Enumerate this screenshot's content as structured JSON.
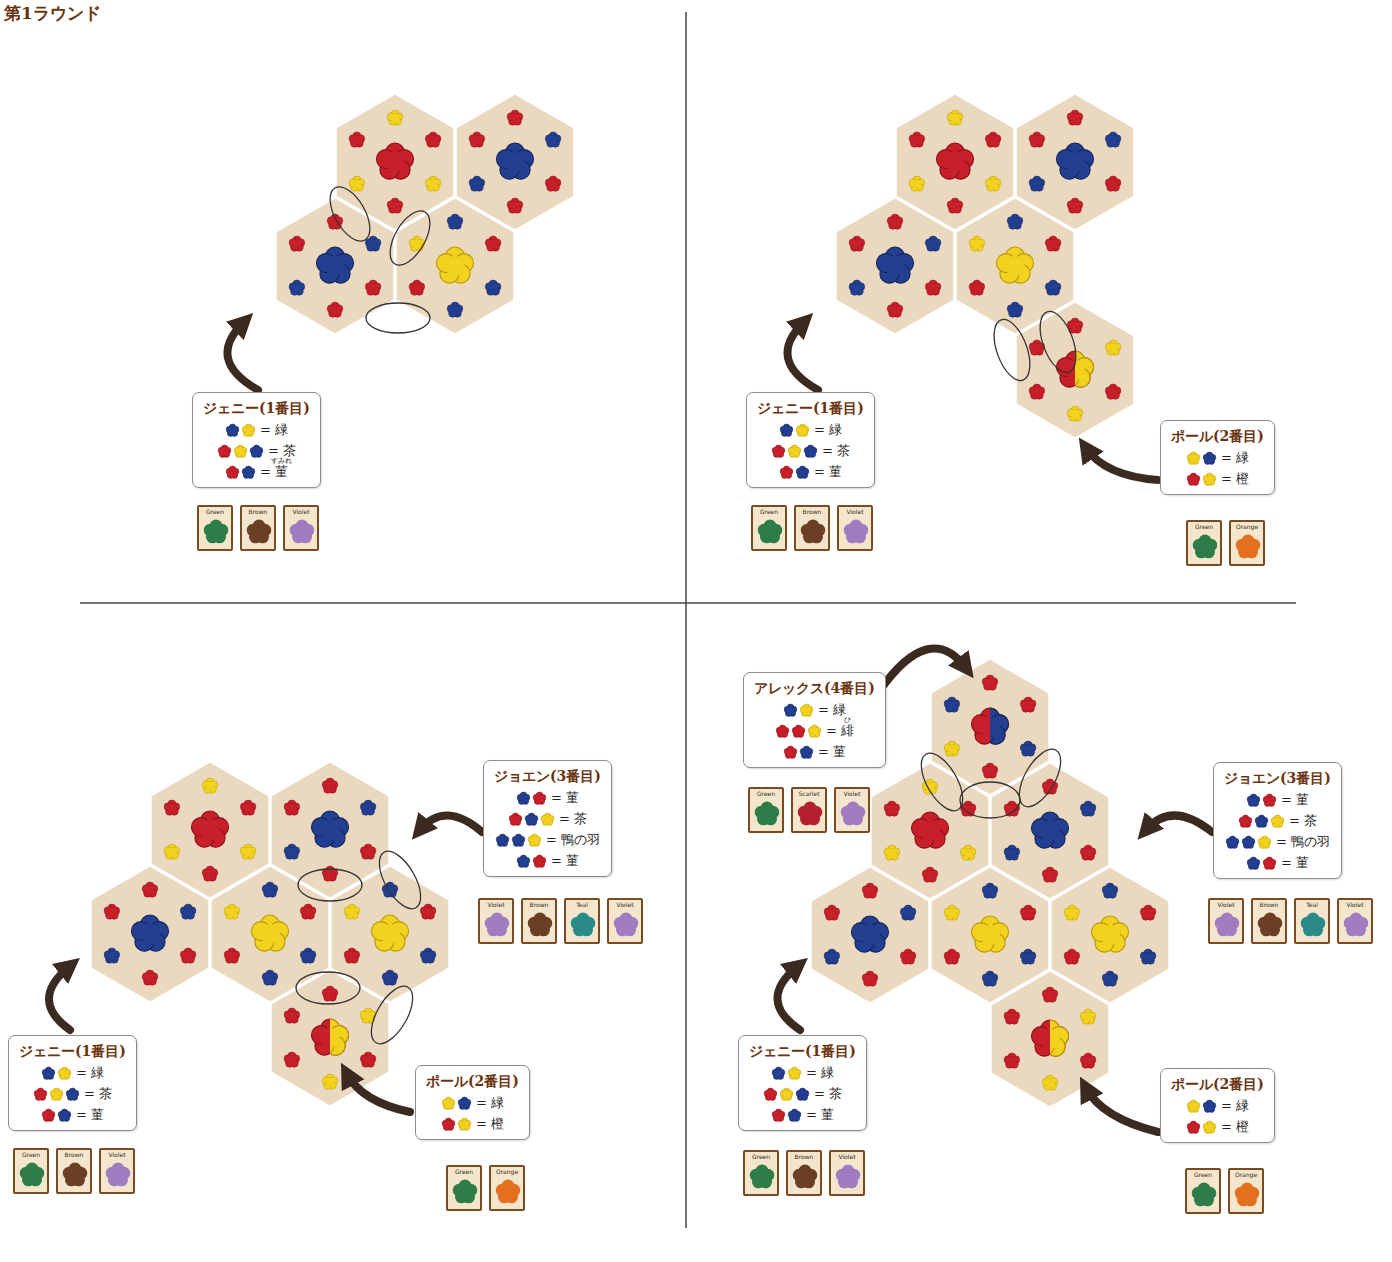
{
  "diagram": {
    "title": "第1ラウンド",
    "nodes": [
      {
        "text": [
          "ジェニー(1番目)",
          "= 緑",
          "= 茶",
          "= 菫"
        ]
      },
      {
        "text": [
          "ジェニー(1番目)",
          "= 緑",
          "= 茶",
          "= 菫"
        ]
      },
      {
        "text": [
          "ポール(2番目)",
          "= 緑",
          "= 橙"
        ]
      },
      {
        "text": [
          "ジョエン(3番目)",
          "= 菫",
          "= 茶",
          "= 鴨の羽",
          "= 菫"
        ]
      },
      {
        "text": [
          "ジェニー(1番目)",
          "= 緑",
          "= 茶",
          "= 菫"
        ]
      },
      {
        "text": [
          "ポール(2番目)",
          "= 緑",
          "= 橙"
        ]
      },
      {
        "text": [
          "アレックス(4番目)",
          "= 緑",
          "= 緋",
          "= 菫"
        ]
      },
      {
        "text": [
          "ジョエン(3番目)",
          "= 菫",
          "= 茶",
          "= 鴨の羽",
          "= 菫"
        ]
      },
      {
        "text": [
          "ジェニー(1番目)",
          "= 緑",
          "= 茶",
          "= 菫"
        ]
      },
      {
        "text": [
          "ポール(2番目)",
          "= 緑",
          "= 橙"
        ]
      }
    ],
    "labels": [
      "すみれ",
      "ひ",
      "Green",
      "Brown",
      "Violet",
      "Green",
      "Brown",
      "Violet",
      "Green",
      "Orange",
      "Green",
      "Brown",
      "Violet",
      "Green",
      "Orange",
      "Violet",
      "Brown",
      "Teal",
      "Violet",
      "Green",
      "Scarlet",
      "Violet",
      "Violet",
      "Brown",
      "Teal",
      "Violet",
      "Green",
      "Brown",
      "Violet",
      "Green",
      "Orange"
    ]
  }
}
